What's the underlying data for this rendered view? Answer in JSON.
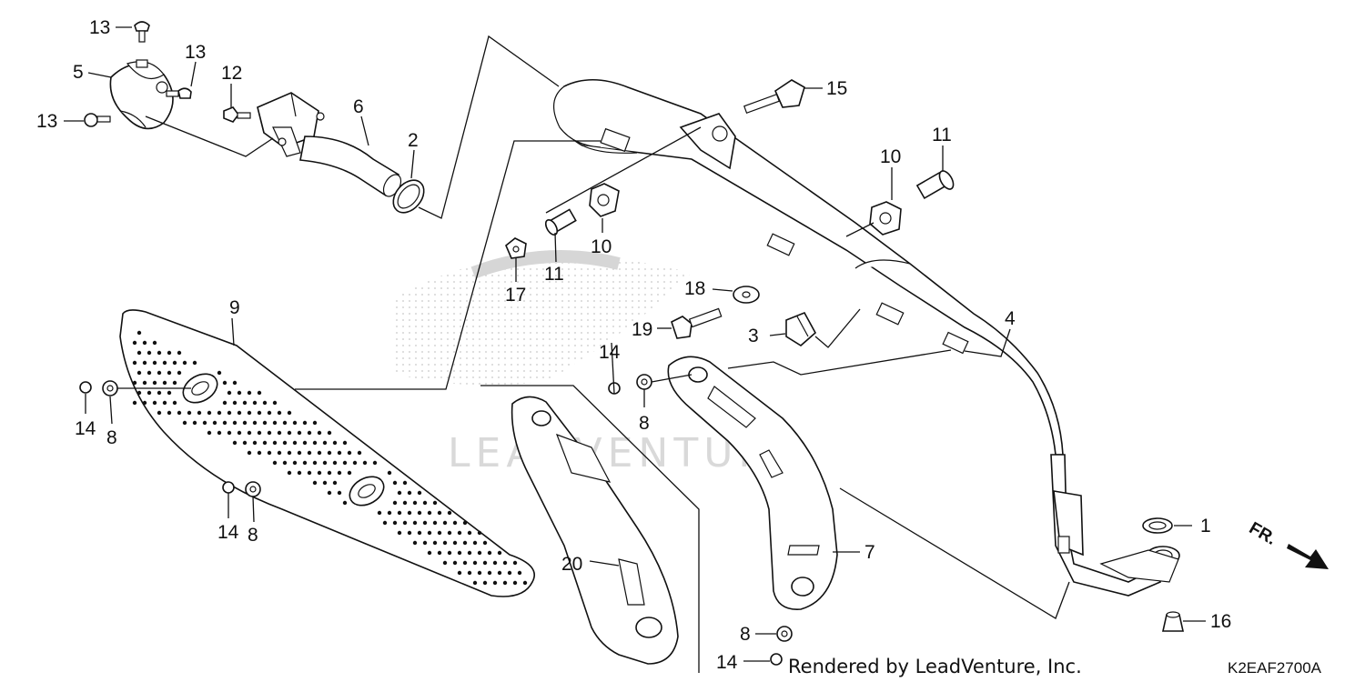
{
  "watermark": {
    "text": "LEADVENTURE"
  },
  "footer": {
    "credit": "Rendered by LeadVenture, Inc.",
    "diagram_code": "K2EAF2700A"
  },
  "direction_marker": {
    "label": "FR.",
    "icon": "arrow-right-down-icon"
  },
  "callouts": {
    "c13a": "13",
    "c13b": "13",
    "c13c": "13",
    "c5": "5",
    "c12": "12",
    "c6": "6",
    "c2": "2",
    "c15": "15",
    "c11a": "11",
    "c10a": "10",
    "c10b": "10",
    "c11b": "11",
    "c17": "17",
    "c18": "18",
    "c19": "19",
    "c3": "3",
    "c4": "4",
    "c9": "9",
    "c14a": "14",
    "c8a": "8",
    "c14b": "14",
    "c8b": "8",
    "c14c": "14",
    "c8c": "8",
    "c20": "20",
    "c7": "7",
    "c1": "1",
    "c16": "16",
    "c8d": "8",
    "c14d": "14"
  },
  "colors": {
    "line": "#111111",
    "watermark": "#d9d9d9"
  }
}
